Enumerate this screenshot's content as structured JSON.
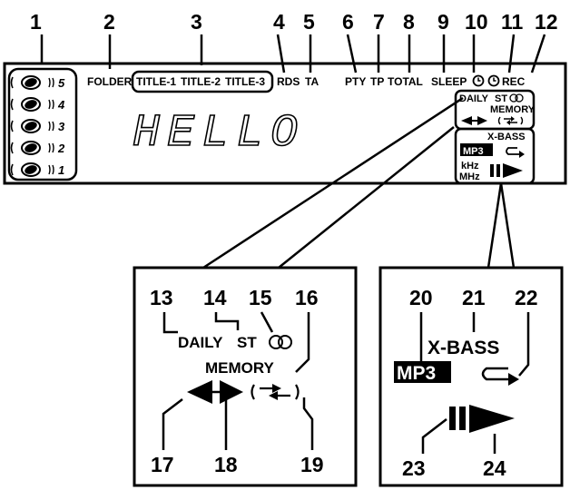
{
  "callouts": {
    "n1": "1",
    "n2": "2",
    "n3": "3",
    "n4": "4",
    "n5": "5",
    "n6": "6",
    "n7": "7",
    "n8": "8",
    "n9": "9",
    "n10": "10",
    "n11": "11",
    "n12": "12",
    "n13": "13",
    "n14": "14",
    "n15": "15",
    "n16": "16",
    "n17": "17",
    "n18": "18",
    "n19": "19",
    "n20": "20",
    "n21": "21",
    "n22": "22",
    "n23": "23",
    "n24": "24"
  },
  "display": {
    "folder": "FOLDER",
    "title1": "TITLE-1",
    "title2": "TITLE-2",
    "title3": "TITLE-3",
    "rds": "RDS",
    "ta": "TA",
    "pty": "PTY",
    "tp": "TP",
    "total": "TOTAL",
    "sleep": "SLEEP",
    "rec": "REC",
    "main_text": "HELLO",
    "presets": [
      "5",
      "4",
      "3",
      "2",
      "1"
    ],
    "daily": "DAILY",
    "st": "ST",
    "memory": "MEMORY",
    "xbass": "X-BASS",
    "mp3": "MP3",
    "khz": "kHz",
    "mhz": "MHz"
  },
  "zoom_left": {
    "daily": "DAILY",
    "st": "ST",
    "memory": "MEMORY"
  },
  "zoom_right": {
    "xbass": "X-BASS",
    "mp3": "MP3"
  }
}
